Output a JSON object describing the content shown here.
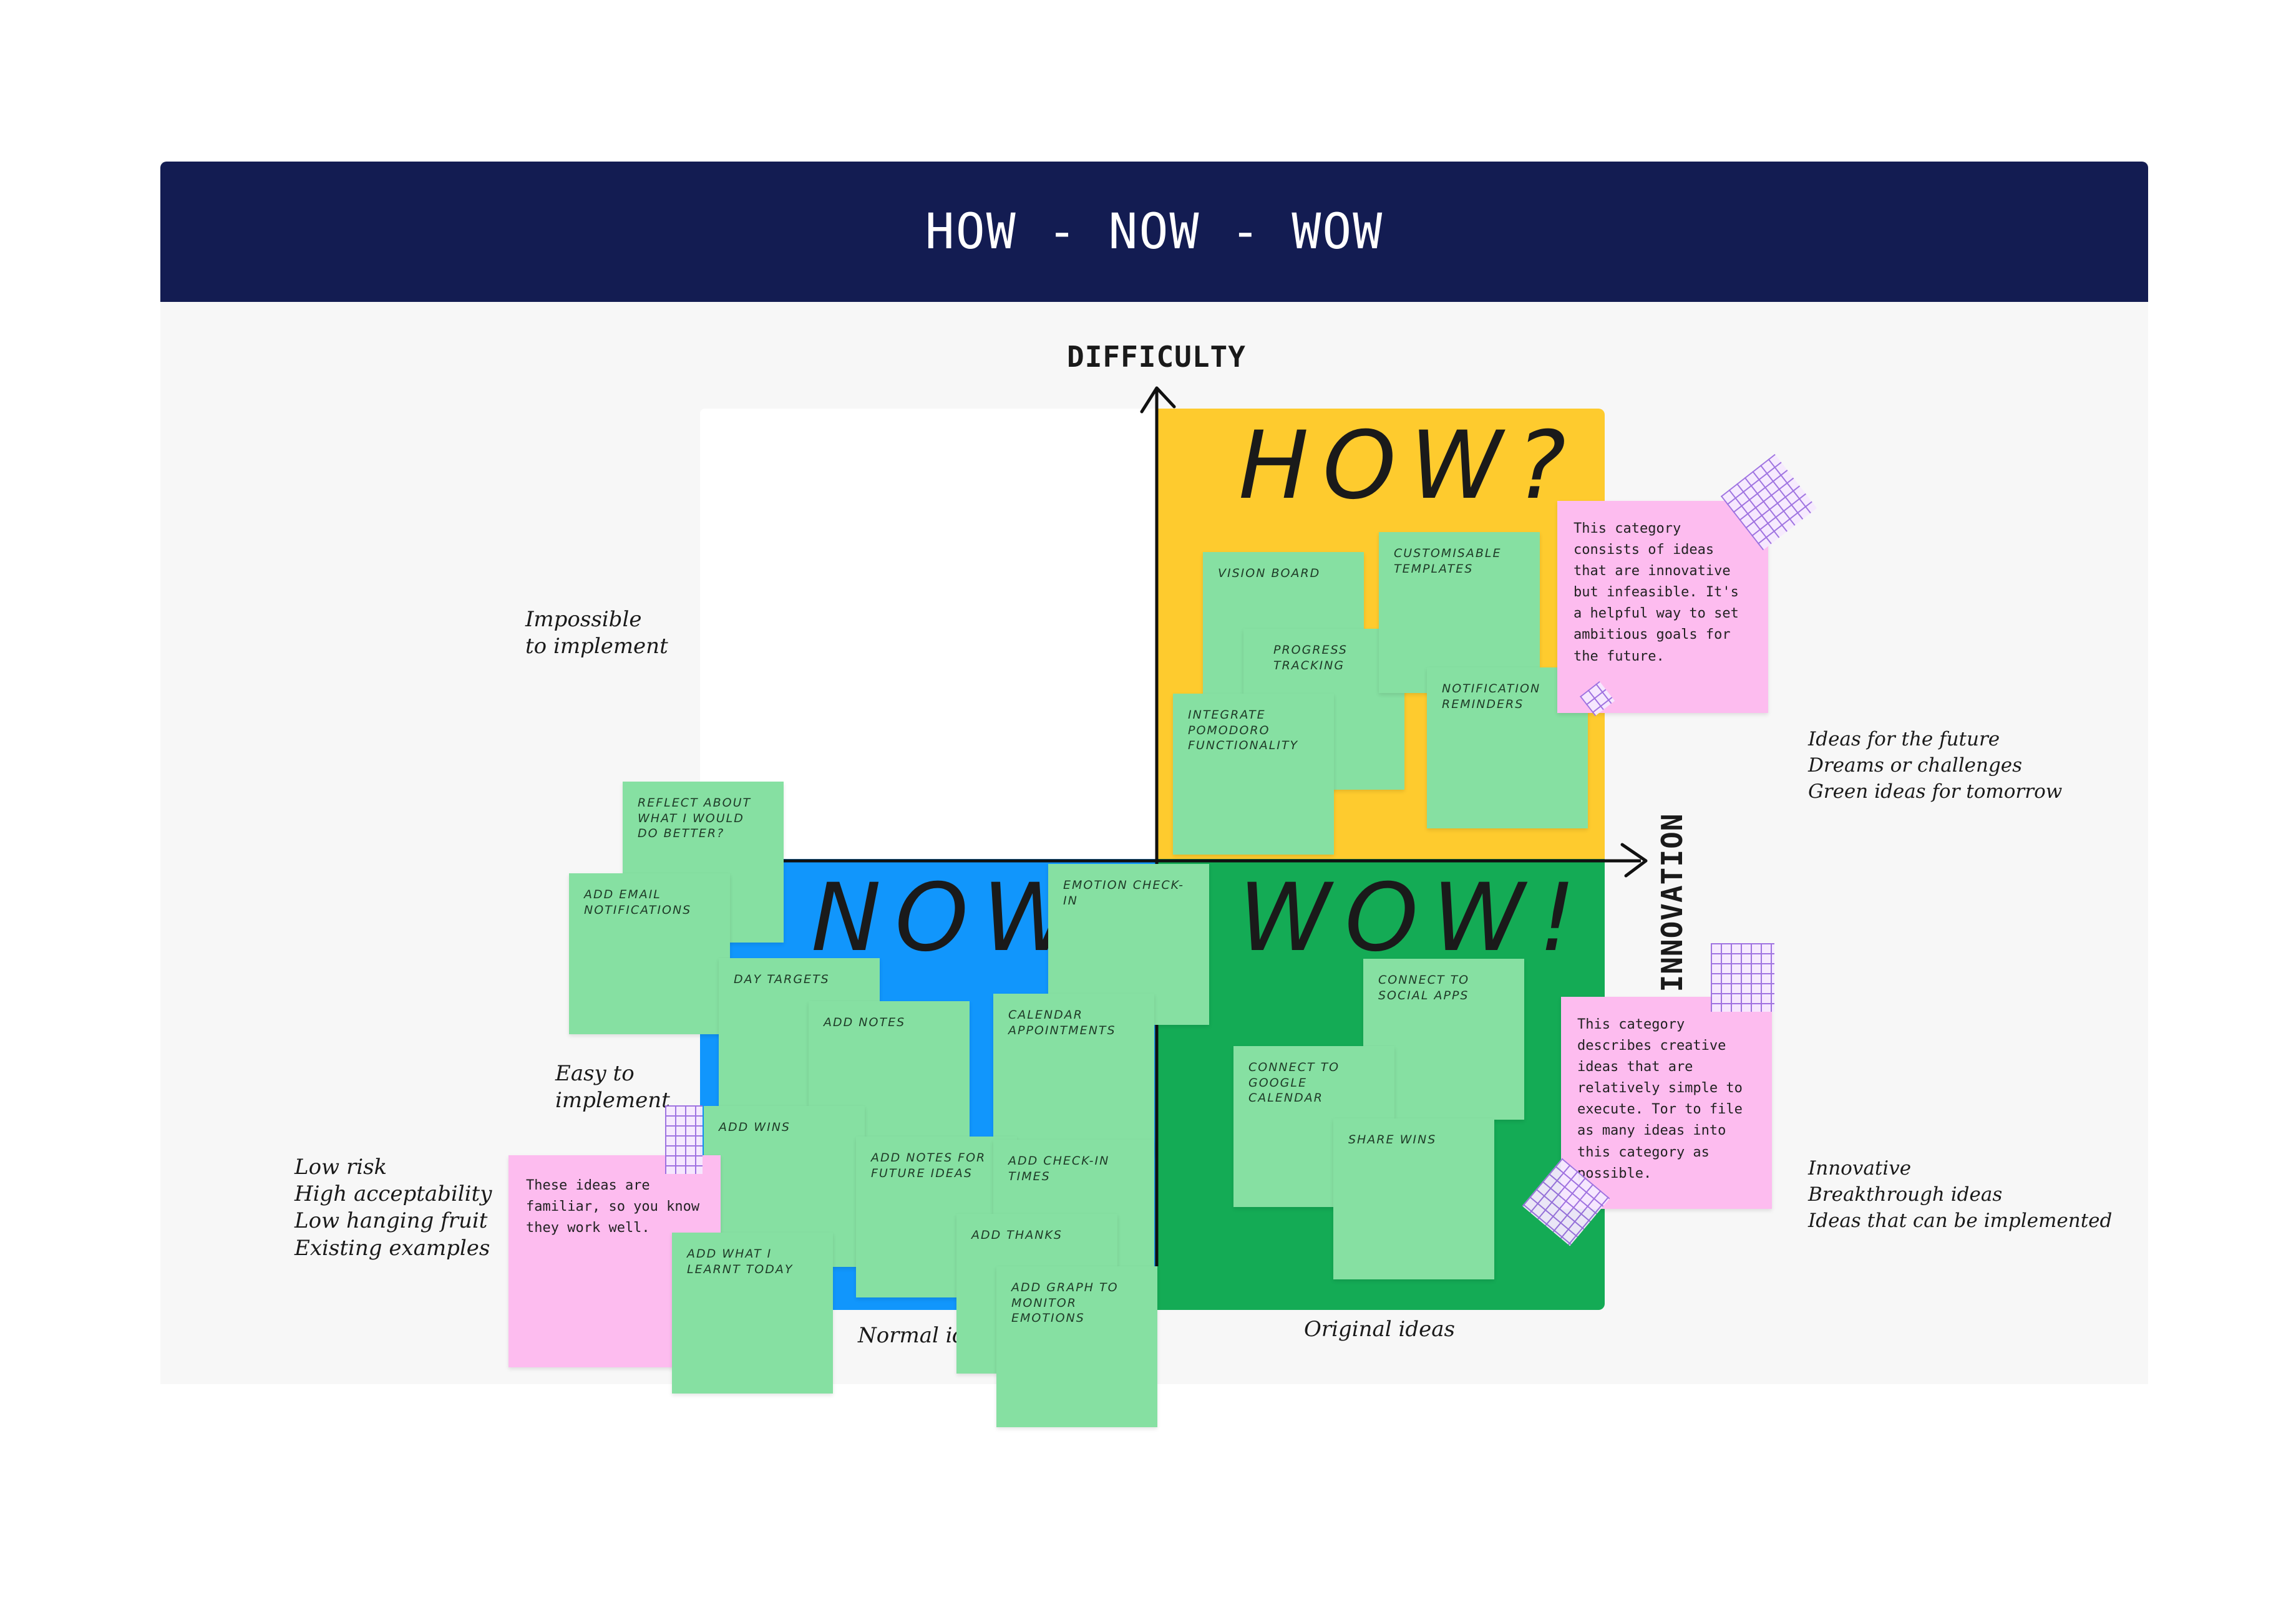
{
  "title": "HOW - NOW - WOW",
  "axes": {
    "y_label": "DIFFICULTY",
    "x_label": "INNOVATION"
  },
  "quadrants": {
    "how": {
      "label": "HOW?",
      "color": "#fecb2e"
    },
    "now": {
      "label": "NOW",
      "color": "#1196fc"
    },
    "wow": {
      "label": "WOW!",
      "color": "#14ab55"
    },
    "empty": {
      "color": "#ffffff"
    }
  },
  "side_labels": {
    "impossible": "Impossible\nto implement",
    "easy": "Easy to\nimplement",
    "normal_ideas": "Normal ideas",
    "original_ideas": "Original ideas",
    "left_notes": "Low risk\nHigh acceptability\nLow hanging fruit\nExisting examples",
    "right_top_notes": "Ideas for the future\nDreams or challenges\nGreen ideas for tomorrow",
    "right_bottom_notes": "Innovative\nBreakthrough ideas\nIdeas that can be implemented"
  },
  "descriptions": {
    "how": "This category consists of ideas that are innovative but infeasible. It's a helpful way to set ambitious goals for the future.",
    "wow": "This category describes creative ideas that are relatively simple to execute. Tor to file as many ideas into this category as possible.",
    "now": "These ideas are familiar, so you know they work well."
  },
  "stickies": {
    "vision_board": "Vision board",
    "customisable_templates": "Customisable templates",
    "progress_tracking": "Progress tracking",
    "notification_reminders": "Notification reminders",
    "integrate_pomodoro": "Integrate pomodoro functionality",
    "reflect": "Reflect about what I would do better?",
    "email_notifications": "Add email notifications",
    "emotion_checkin": "Emotion check-in",
    "day_targets": "day targets",
    "add_notes": "Add notes",
    "calendar_appointments": "Calendar appointments",
    "add_wins": "Add wins",
    "notes_future_ideas": "Add notes for future ideas",
    "checkin_times": "Add check-in times",
    "add_thanks": "Add thanks",
    "what_i_learnt": "Add what I learnt today",
    "graph_emotions": "Add graph to monitor emotions",
    "connect_social": "Connect to social apps",
    "connect_google": "Connect to Google Calendar",
    "share_wins": "Share wins"
  }
}
